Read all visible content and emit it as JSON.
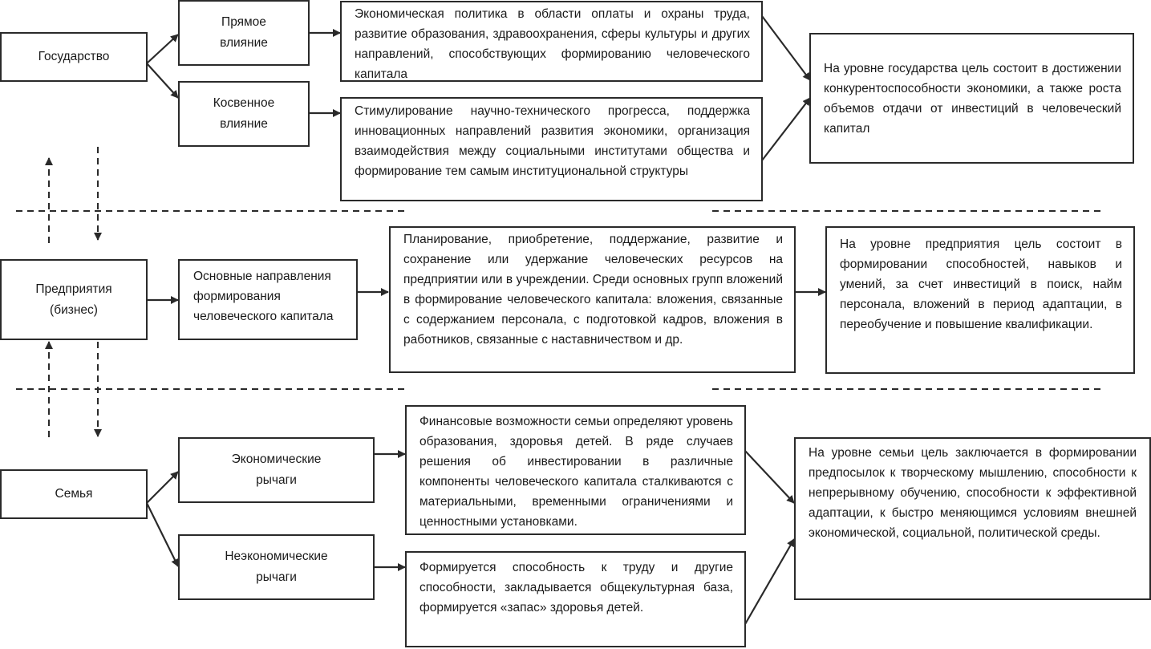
{
  "actors": {
    "state": "Государство",
    "business": "Предприятия\n(бизнес)",
    "business_line1": "Предприятия",
    "business_line2": "(бизнес)",
    "family": "Семья"
  },
  "state_row": {
    "direct": {
      "line1": "Прямое",
      "line2": "влияние",
      "description": "Экономическая политика в области оплаты и охраны труда, развитие образования, здравоохранения, сферы культуры и других направлений, способствующих формированию человеческого капитала"
    },
    "indirect": {
      "line1": "Косвенное",
      "line2": "влияние",
      "description": "Стимулирование научно-технического прогресса, поддержка инновационных направлений развития экономики, организация взаимодействия между социальными институтами общества и формирование тем самым институциональной структуры"
    },
    "goal": "На уровне государства цель состоит в достижении конкурентоспособности экономики, а также роста объемов отдачи от инвестиций в человеческий капитал"
  },
  "business_row": {
    "directions": "Основные направления формирования человеческого капитала",
    "description": "Планирование, приобретение, поддержание, развитие и сохранение или удержание человеческих ресурсов на предприятии или в учреждении. Среди основных групп вложений в формирование человеческого капитала: вложения, связанные с содержанием персонала, с подготовкой кадров, вложения в работников, связанные с наставничеством и др.",
    "goal": "На уровне предприятия цель состоит в формировании способностей, навыков и умений, за счет инвестиций в поиск, найм персонала, вложений в период адаптации, в переобучение и повышение квалификации."
  },
  "family_row": {
    "economic": {
      "line1": "Экономические",
      "line2": "рычаги",
      "description": "Финансовые возможности семьи определяют уровень образования, здоровья детей. В ряде случаев решения об инвестировании в различные компоненты человеческого капитала сталкиваются с материальными, временными ограничениями и ценностными установками."
    },
    "non_economic": {
      "line1": "Неэкономические",
      "line2": "рычаги",
      "description": "Формируется способность к труду и другие способности, закладывается общекультурная база, формируется «запас» здоровья детей."
    },
    "goal": "На уровне семьи цель заключается в формировании предпосылок к творческому мышлению, способности к непрерывному обучению, способности к эффективной адаптации, к быстро меняющимся условиям внешней экономической, социальной, политической среды."
  },
  "colors": {
    "line": "#2a2a2a",
    "background": "#ffffff",
    "text": "#1a1a1a"
  }
}
